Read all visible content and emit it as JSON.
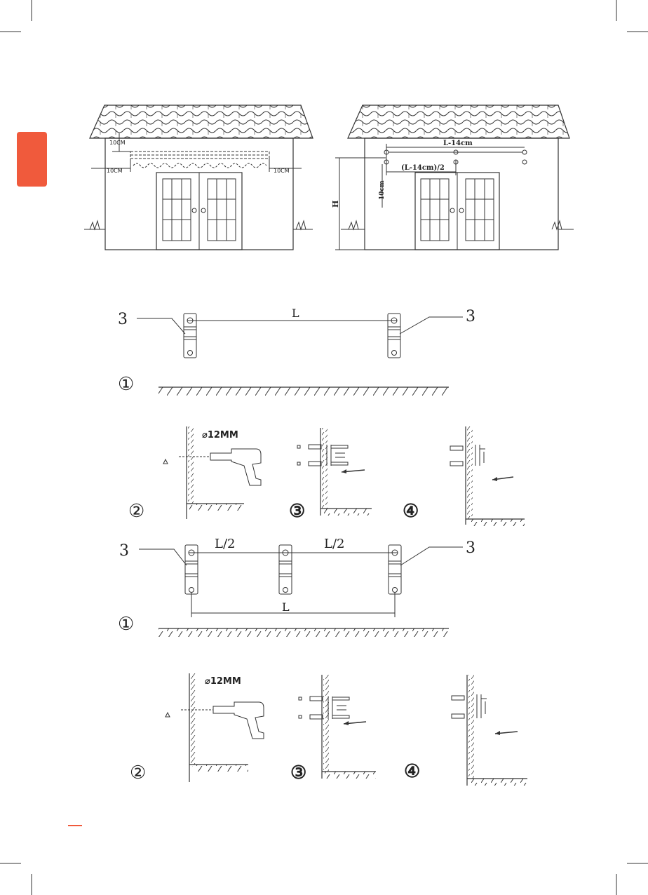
{
  "colors": {
    "accent": "#f05a3c",
    "line": "#333333"
  },
  "house_left": {
    "dim_top": "10CM",
    "dim_left": "10CM",
    "dim_right": "10CM"
  },
  "house_right": {
    "dim_span": "L-14cm",
    "dim_half": "(L-14cm)/2",
    "dim_vert": "10cm",
    "dim_height": "H"
  },
  "section_a": {
    "bracket_label_left": "3",
    "bracket_label_right": "3",
    "span_label": "L",
    "step1": "①",
    "step2": "②",
    "step3": "③",
    "step4": "④",
    "drill_size": "⌀12MM"
  },
  "section_b": {
    "bracket_label_left": "3",
    "bracket_label_right": "3",
    "half_label_left": "L/2",
    "half_label_right": "L/2",
    "span_label": "L",
    "step1": "①",
    "step2": "②",
    "step3": "③",
    "step4": "④",
    "drill_size": "⌀12MM"
  }
}
